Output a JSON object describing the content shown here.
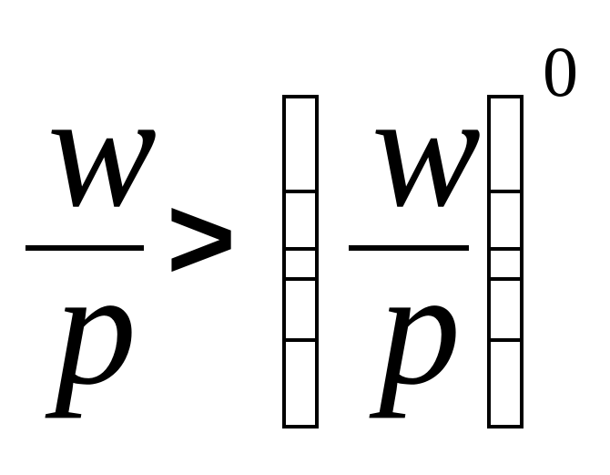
{
  "formula": {
    "left_numerator": "w",
    "left_denominator": "p",
    "relation": ">",
    "right_numerator": "w",
    "right_denominator": "p",
    "exponent": "0"
  }
}
